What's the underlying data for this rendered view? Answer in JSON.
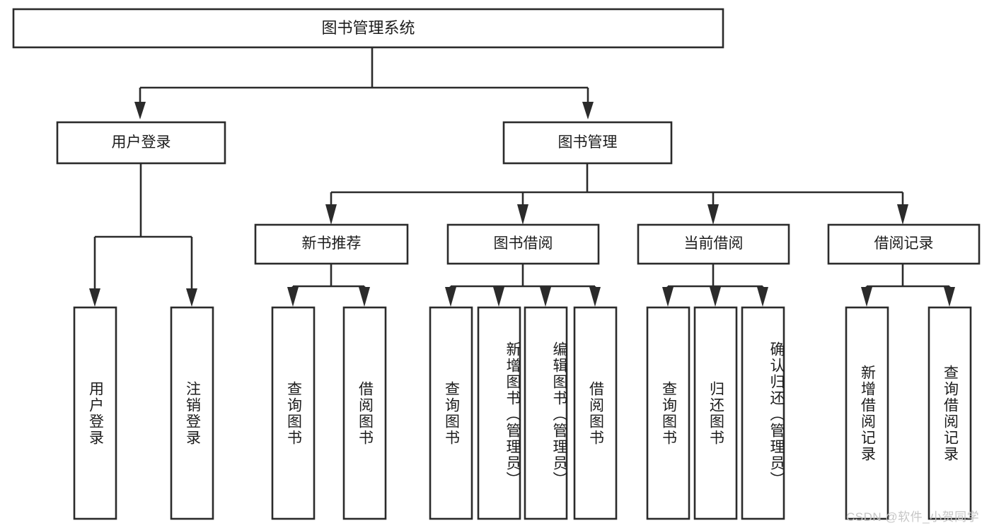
{
  "diagram": {
    "title": "图书管理系统",
    "type": "tree-hierarchy",
    "watermark": "CSDN @软件_小贺同学",
    "colors": {
      "box_stroke": "#2b2b2b",
      "box_fill": "#ffffff",
      "text": "#1c1c1c",
      "connector": "#2b2b2b",
      "watermark": "#c6c6c6",
      "background": "#ffffff"
    },
    "root": {
      "id": "root",
      "label": "图书管理系统"
    },
    "level2": [
      {
        "id": "user-login",
        "label": "用户登录"
      },
      {
        "id": "book-manage",
        "label": "图书管理"
      }
    ],
    "level3": [
      {
        "id": "new-book-recommend",
        "label": "新书推荐",
        "parent": "book-manage"
      },
      {
        "id": "book-borrow",
        "label": "图书借阅",
        "parent": "book-manage"
      },
      {
        "id": "current-borrow",
        "label": "当前借阅",
        "parent": "book-manage"
      },
      {
        "id": "borrow-record",
        "label": "借阅记录",
        "parent": "book-manage"
      }
    ],
    "leaves": {
      "user-login": [
        {
          "id": "leaf-user-login",
          "label": "用户登录",
          "align": "center"
        },
        {
          "id": "leaf-user-logout",
          "label": "注销登录",
          "align": "center"
        }
      ],
      "new-book-recommend": [
        {
          "id": "leaf-query-book-1",
          "label": "查询图书",
          "align": "center"
        },
        {
          "id": "leaf-borrow-book-1",
          "label": "借阅图书",
          "align": "center"
        }
      ],
      "book-borrow": [
        {
          "id": "leaf-query-book-2",
          "label": "查询图书",
          "align": "center"
        },
        {
          "id": "leaf-add-book",
          "label": "新增图书（管理员）",
          "align": "top"
        },
        {
          "id": "leaf-edit-book",
          "label": "编辑图书（管理员）",
          "align": "top"
        },
        {
          "id": "leaf-borrow-book-2",
          "label": "借阅图书",
          "align": "center"
        }
      ],
      "current-borrow": [
        {
          "id": "leaf-query-book-3",
          "label": "查询图书",
          "align": "center"
        },
        {
          "id": "leaf-return-book",
          "label": "归还图书",
          "align": "center"
        },
        {
          "id": "leaf-confirm-return",
          "label": "确认归还（管理员）",
          "align": "top"
        }
      ],
      "borrow-record": [
        {
          "id": "leaf-add-record",
          "label": "新增借阅记录",
          "align": "center"
        },
        {
          "id": "leaf-query-record",
          "label": "查询借阅记录",
          "align": "center"
        }
      ]
    }
  }
}
